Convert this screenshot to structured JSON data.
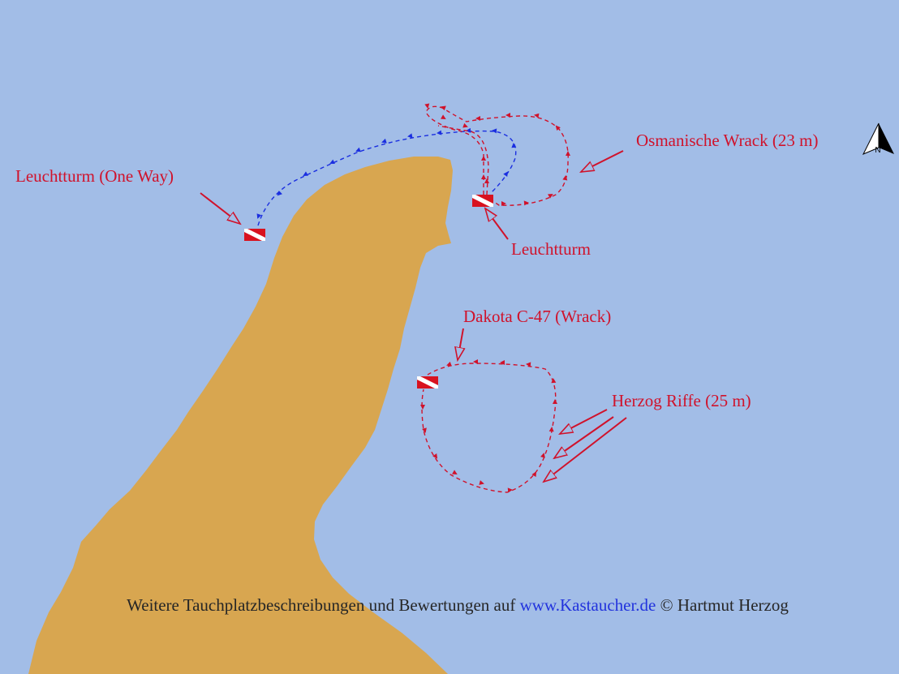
{
  "map": {
    "labels": {
      "leuchtturm_one_way": "Leuchtturm (One Way)",
      "osmanische_wrack": "Osmanische Wrack (23 m)",
      "leuchtturm": "Leuchtturm",
      "dakota": "Dakota C-47 (Wrack)",
      "herzog_riffe": "Herzog Riffe (25 m)"
    },
    "north_arrow": {
      "letter": "N",
      "icon": "north-arrow-icon"
    },
    "dive_flag_icon": "dive-flag-icon",
    "colors": {
      "water": "#a2bde7",
      "land": "#d8a650",
      "label_red": "#d0122b",
      "route_red": "#d0122b",
      "route_blue": "#1a2ee0",
      "link_blue": "#2233dd"
    }
  },
  "footer": {
    "text_before": "Weitere Tauchplatzbeschreibungen und Bewertungen auf",
    "link": "www.Kastaucher.de",
    "credit": "© Hartmut Herzog"
  }
}
